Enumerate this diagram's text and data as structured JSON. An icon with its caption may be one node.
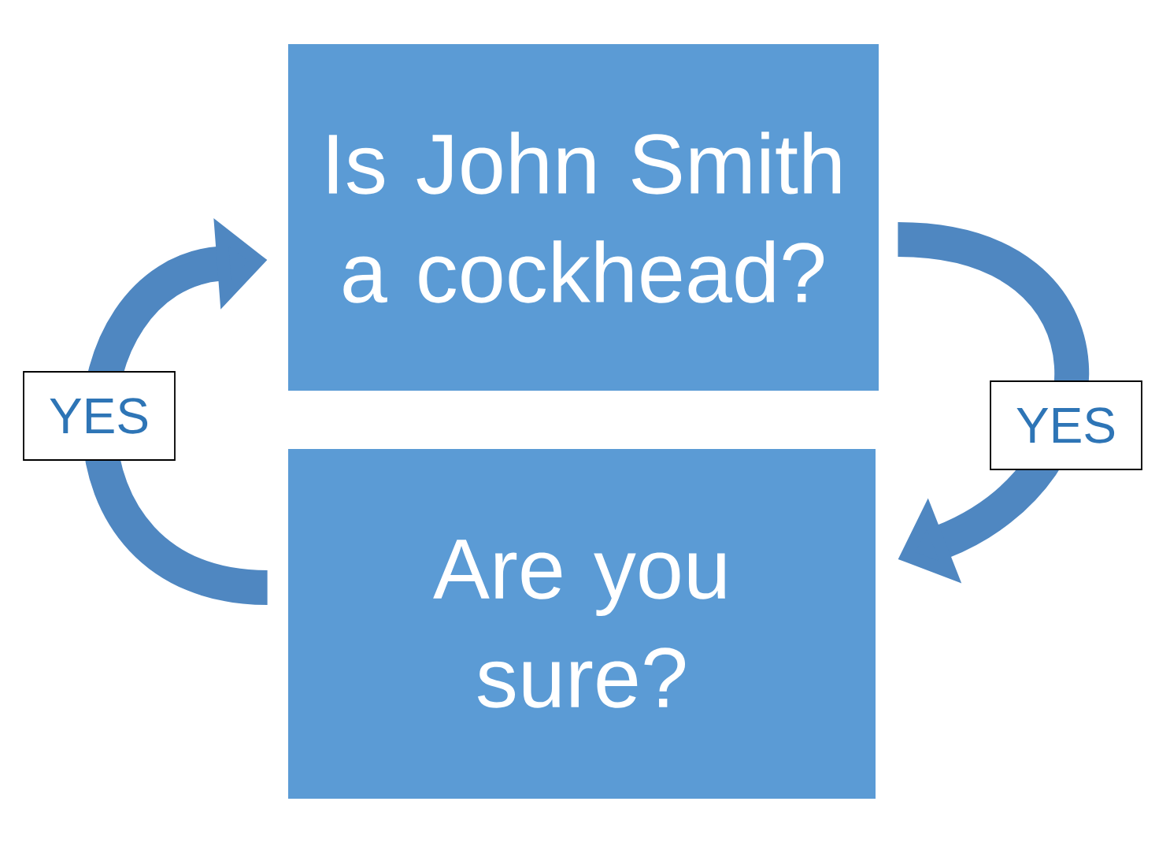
{
  "diagram": {
    "nodes": [
      {
        "text": [
          "Is John Smith a cockhead?"
        ]
      },
      {
        "text": [
          "Are you sure?"
        ]
      }
    ],
    "edges": [
      {
        "from": 0,
        "to": 1,
        "arrow": "to",
        "label": "YES"
      },
      {
        "from": 1,
        "to": 0,
        "arrow": "to",
        "label": "YES"
      }
    ]
  }
}
